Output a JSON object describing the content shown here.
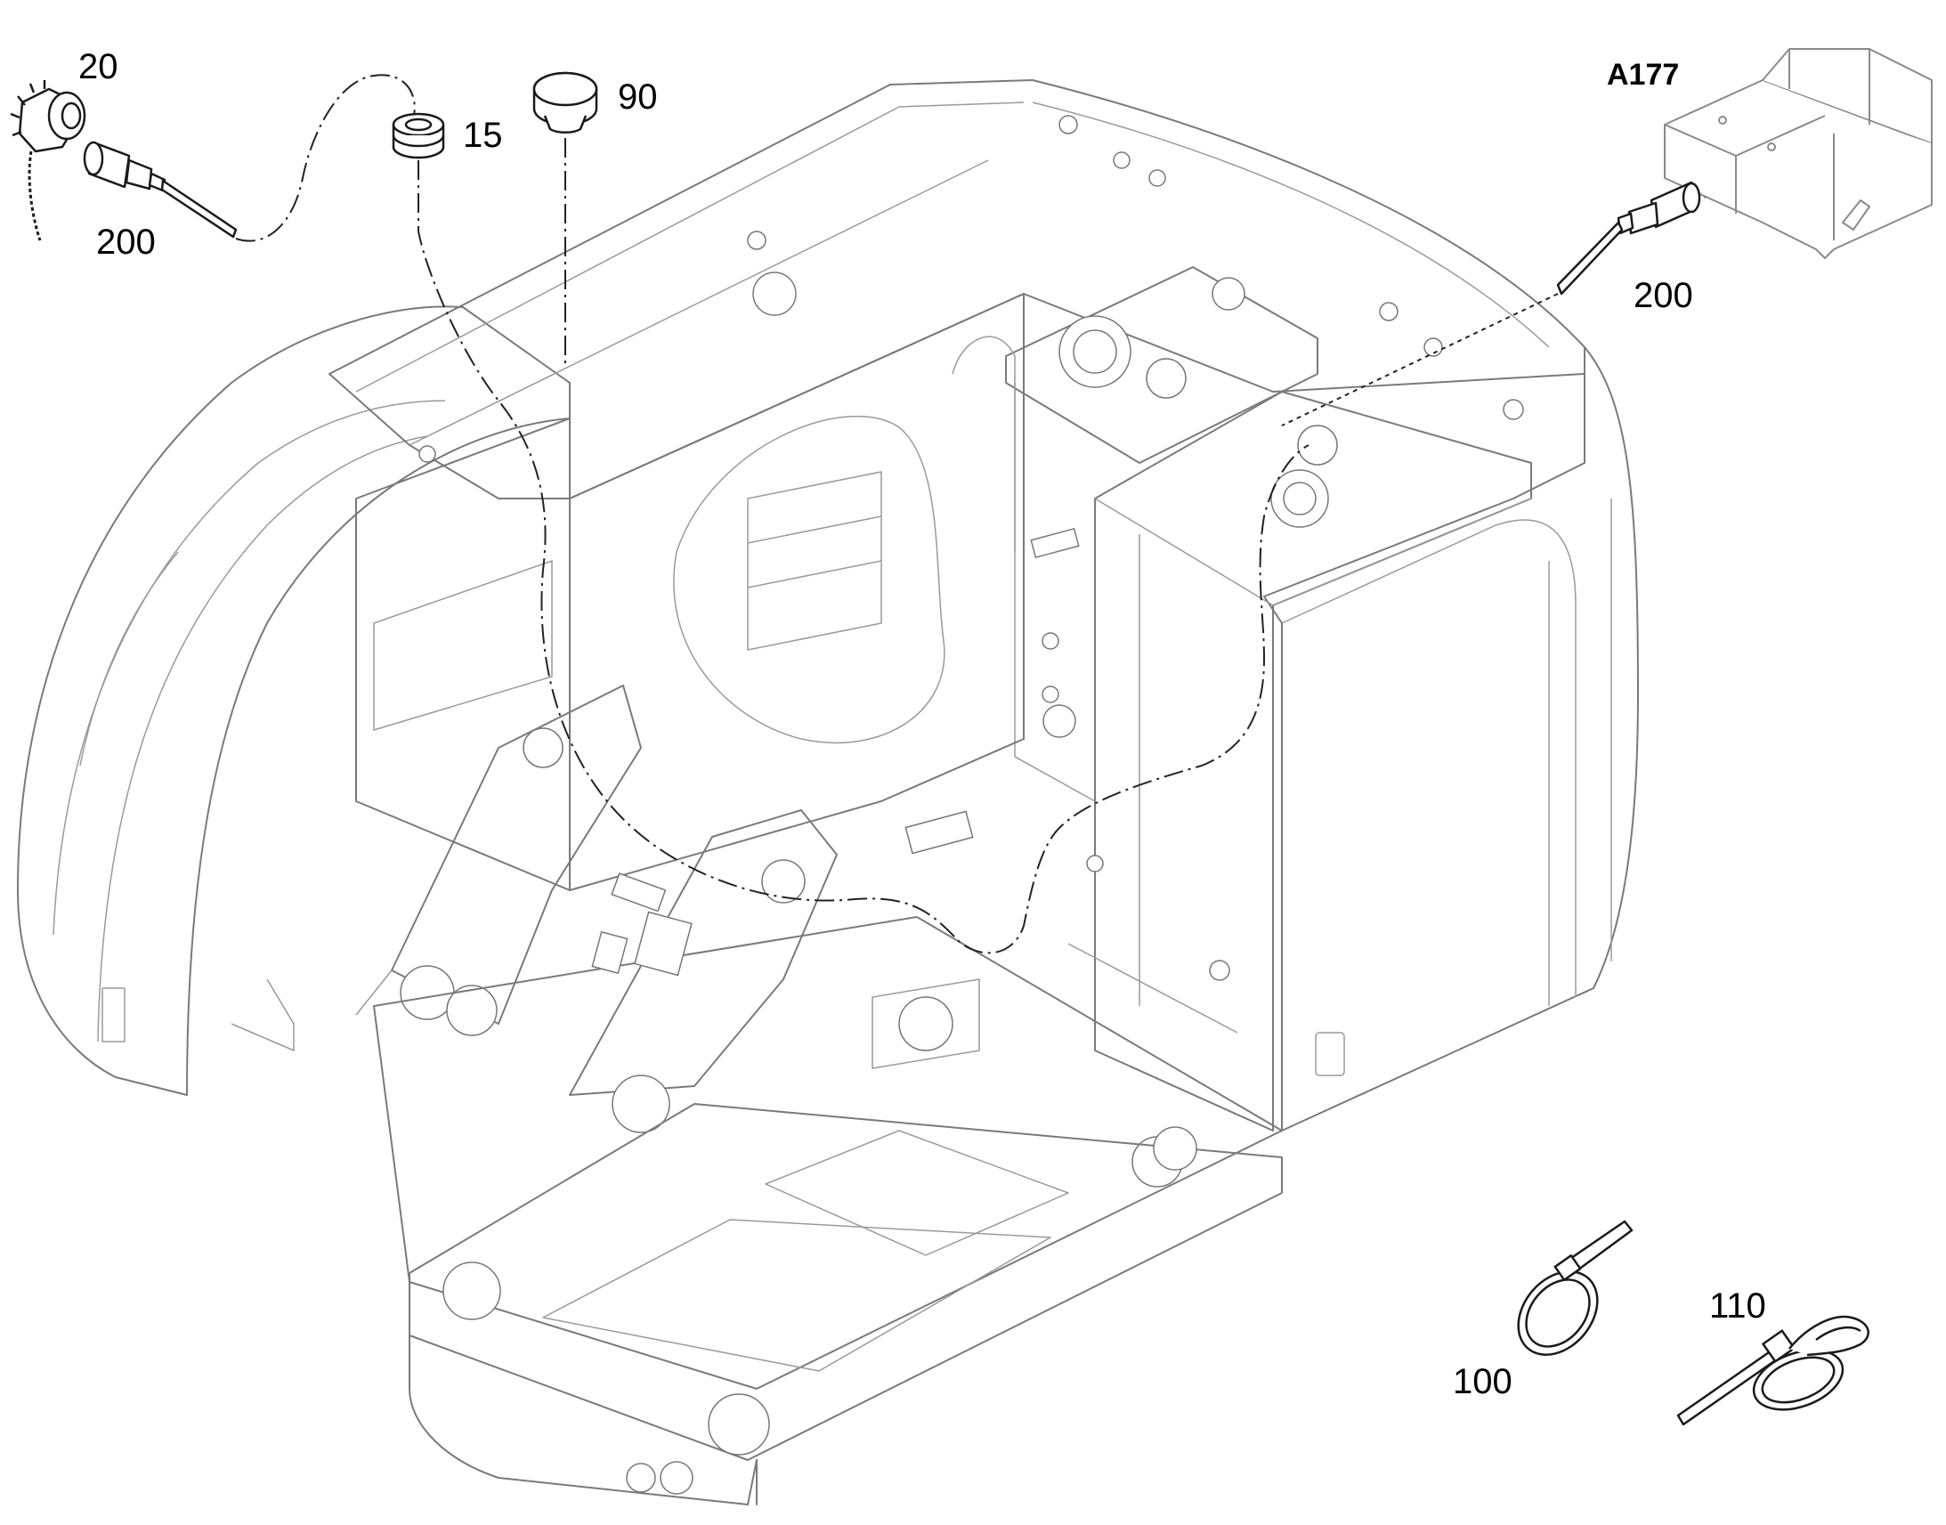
{
  "callouts": {
    "c20": "20",
    "c200_left": "200",
    "c15": "15",
    "c90": "90",
    "cA177": "A177",
    "c200_right": "200",
    "c100": "100",
    "c110": "110"
  },
  "colors": {
    "body_outline": "#7a7a7a",
    "part_outline": "#1a1a1a",
    "leader_lines": "#222222",
    "background": "#ffffff"
  }
}
